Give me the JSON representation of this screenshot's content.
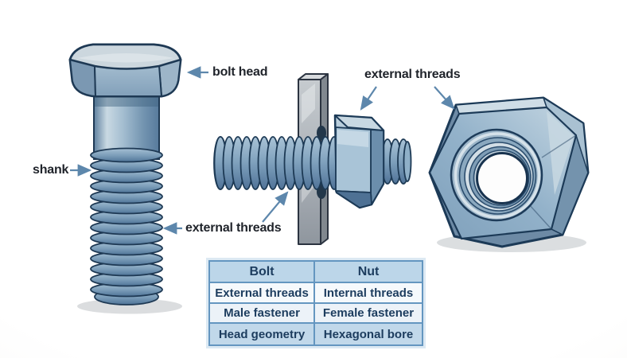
{
  "labels": {
    "bolt_head": "bolt head",
    "shank": "shank",
    "external_threads_bolt": "external threads",
    "external_threads_pair": "external threads"
  },
  "comparison_table": {
    "headers": [
      "Bolt",
      "Nut"
    ],
    "rows": [
      [
        "External threads",
        "Internal threads"
      ],
      [
        "Male fastener",
        "Female fastener"
      ],
      [
        "Head geometry",
        "Hexagonal bore"
      ]
    ]
  },
  "colors": {
    "steel_mid": "#8aa9c2",
    "steel_light": "#ccd7de",
    "steel_dark": "#56799b",
    "outline_navy": "#1e3954",
    "arrow_blue": "#5d87ac",
    "plate_gray": "#aab1b8",
    "table_border": "#6496c0",
    "table_header_bg": "#bcd6e9",
    "table_alt_row_bg": "#c1d8ea",
    "label_text": "#20242b",
    "table_text": "#1c3c5e",
    "background": "#f2f1ef"
  }
}
